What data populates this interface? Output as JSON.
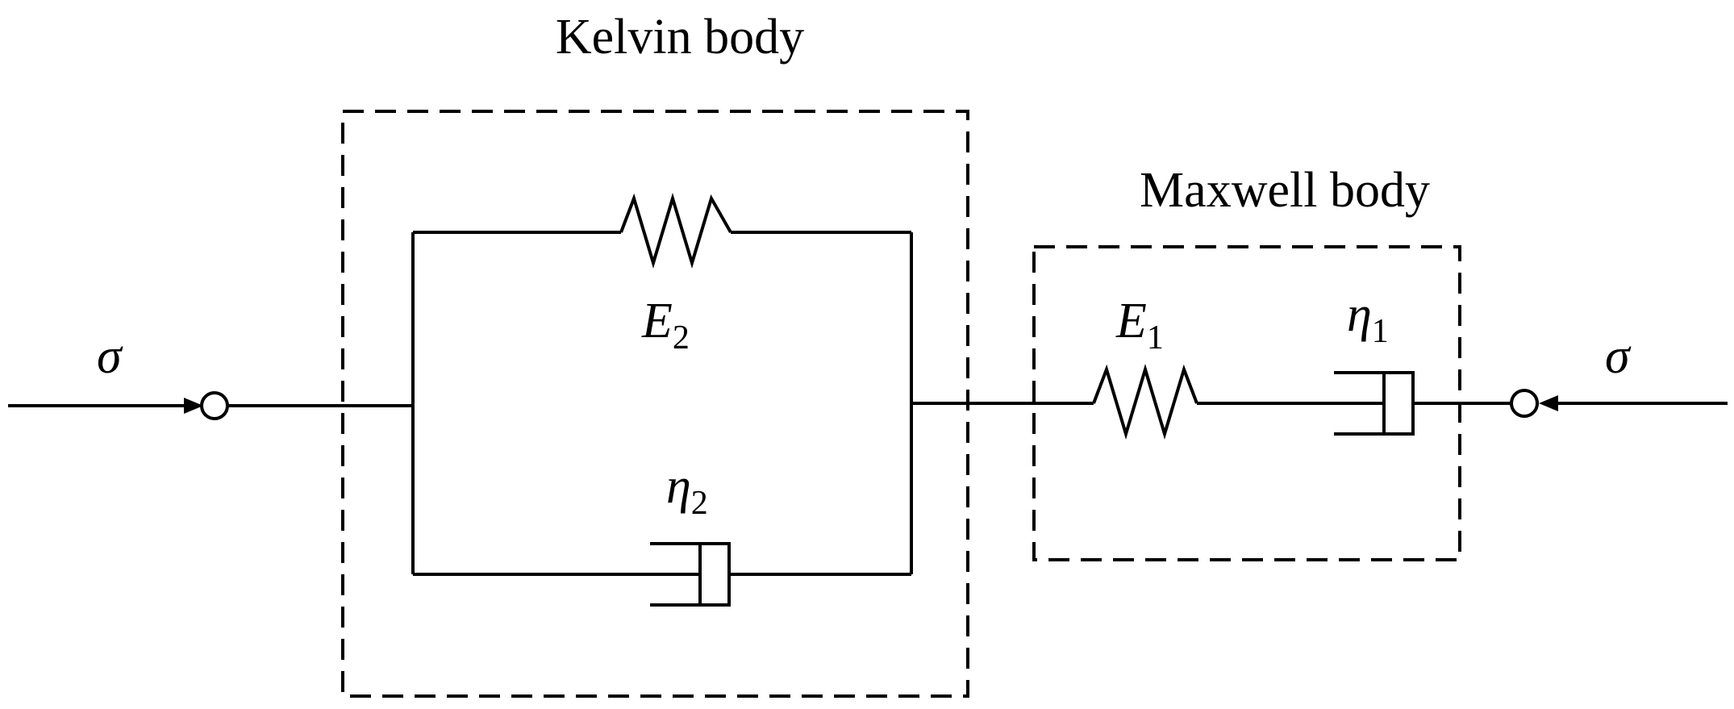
{
  "kelvin_body": {
    "title": "Kelvin body",
    "spring": {
      "symbol": "E",
      "subscript": "2"
    },
    "dashpot": {
      "symbol": "η",
      "subscript": "2"
    }
  },
  "maxwell_body": {
    "title": "Maxwell body",
    "spring": {
      "symbol": "E",
      "subscript": "1"
    },
    "dashpot": {
      "symbol": "η",
      "subscript": "1"
    }
  },
  "stress_left": {
    "symbol": "σ"
  },
  "stress_right": {
    "symbol": "σ"
  },
  "colors": {
    "line": "#000000",
    "background": "#ffffff"
  }
}
